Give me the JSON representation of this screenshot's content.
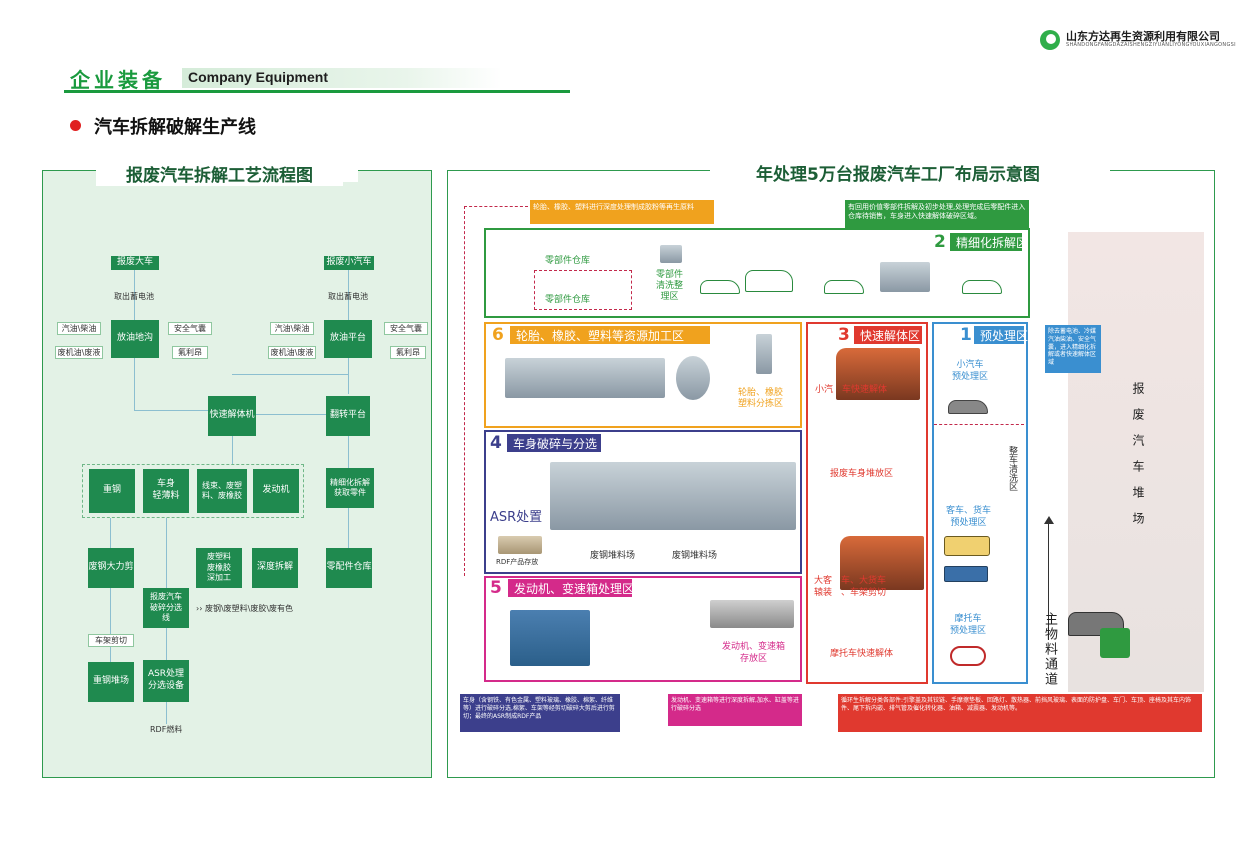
{
  "header": {
    "company_cn": "山东方达再生资源利用有限公司",
    "company_en": "SHANDONGFANGDAZAISHENGZIYUANLIYONGYOUXIANGONGSI",
    "section_cn": "企业装备",
    "section_en": "Company Equipment",
    "subtitle": "汽车拆解破解生产线"
  },
  "left_panel": {
    "title": "报废汽车拆解工艺流程图",
    "nodes": {
      "big_car": "报废大车",
      "small_car": "报废小汽车",
      "remove_battery_l": "取出蓄电池",
      "remove_battery_r": "取出蓄电池",
      "drain_pit": "放油地沟",
      "drain_platform": "放油平台",
      "gas_diesel_l": "汽油\\柴油",
      "waste_oil_l": "废机油\\废液",
      "airbag_l": "安全气囊",
      "freon_l": "氟利昂",
      "gas_diesel_r": "汽油\\柴油",
      "waste_oil_r": "废机油\\废液",
      "airbag_r": "安全气囊",
      "freon_r": "氟利昂",
      "quick_dismantle": "快速解体机",
      "flip_platform": "翻转平台",
      "heavy_steel": "重钢",
      "body_light": "车身\n轻薄料",
      "wire_plastic": "线束、废塑\n料、废橡胶",
      "engine": "发动机",
      "fine_dismantle": "精细化拆解\n获取零件",
      "baler": "废钢大力剪",
      "waste_plastic": "废塑料\n废橡胶\n深加工",
      "deep_dismantle": "深度拆解",
      "parts_warehouse": "零配件仓库",
      "shred_sort": "报废汽车\n破碎分选\n线",
      "sort_output": "废钢\\废塑料\\废胶\\废有色",
      "frame_cut": "车架剪切",
      "steel_yard": "重钢堆场",
      "asr": "ASR处理\n分选设备",
      "rdf": "RDF燃料"
    }
  },
  "right_panel": {
    "title": "年处理5万台报废汽车工厂布局示意图",
    "top_note_orange": "轮胎、橡胶、塑料进行深度处理制成胶粉等再生原料",
    "top_note_green": "有回用价值零部件拆解及初步处理,处理完成后零配件进入仓库待销售，车身进入快速解体破碎区域。",
    "zone2": {
      "num": "2",
      "label": "精细化拆解区",
      "parts_wh_1": "零部件仓库",
      "parts_wh_2": "零部件仓库",
      "clean": "零部件\n清洗整\n理区"
    },
    "zone6": {
      "num": "6",
      "label": "轮胎、橡胶、塑料等资源加工区",
      "sort": "轮胎、橡胶\n塑料分拣区"
    },
    "zone3": {
      "num": "3",
      "label": "快速解体区",
      "small": "小汽　车快速解体",
      "body_store": "报废车身堆放区",
      "big": "大客　车、大货车\n辕装　、车架剪切",
      "moto": "摩托车快速解体"
    },
    "zone1": {
      "num": "1",
      "label": "预处理区",
      "small_pre": "小汽车\n预处理区",
      "bus_pre": "客车、货车\n预处理区",
      "moto_pre": "摩托车\n预处理区",
      "clean": "整车清洗区"
    },
    "zone1_note": "除去蓄电池、冷媒汽油柴油、安全气囊，进入精细化拆解或者快速解体区域",
    "zone4": {
      "num": "4",
      "label": "车身破碎与分选",
      "asr": "ASR处置",
      "rdf": "RDF产品存放",
      "yard1": "废钢堆料场",
      "yard2": "废钢堆料场"
    },
    "zone5": {
      "num": "5",
      "label": "发动机、变速箱处理区",
      "store": "发动机、变速箱\n存放区"
    },
    "note_blue": "车身（含钢铁、有色金属、塑料玻璃、橡胶、棉絮、纤维等）进行破碎分选,棉絮、车架等经剪切破碎大剪后进行剪切；最终的ASR制成RDF产品",
    "note_pink": "发动机、变速箱等进行深度拆解,加水、缸盖等进行破碎分选",
    "note_red": "循环生拆解分类各部件:引擎盖及其铰链、手摩擦垫板、回路灯、散热器、前挡风玻璃、表面的防护盘、车门、车顶、座椅及其车内饰件、尾下拆内嵌、排气管及催化转化器、油箱、减震器、发动机等。",
    "yard_label": "报废汽车堆场",
    "road_label": "主物料通道"
  },
  "colors": {
    "green": "#1f8a4f",
    "zone_orange": "#f0a21e",
    "zone_blue": "#3c3f8c",
    "zone_red": "#e0392f",
    "zone_light_blue": "#3a8fd0",
    "zone_pink": "#d42a8a",
    "zone_green": "#2f9a40"
  }
}
